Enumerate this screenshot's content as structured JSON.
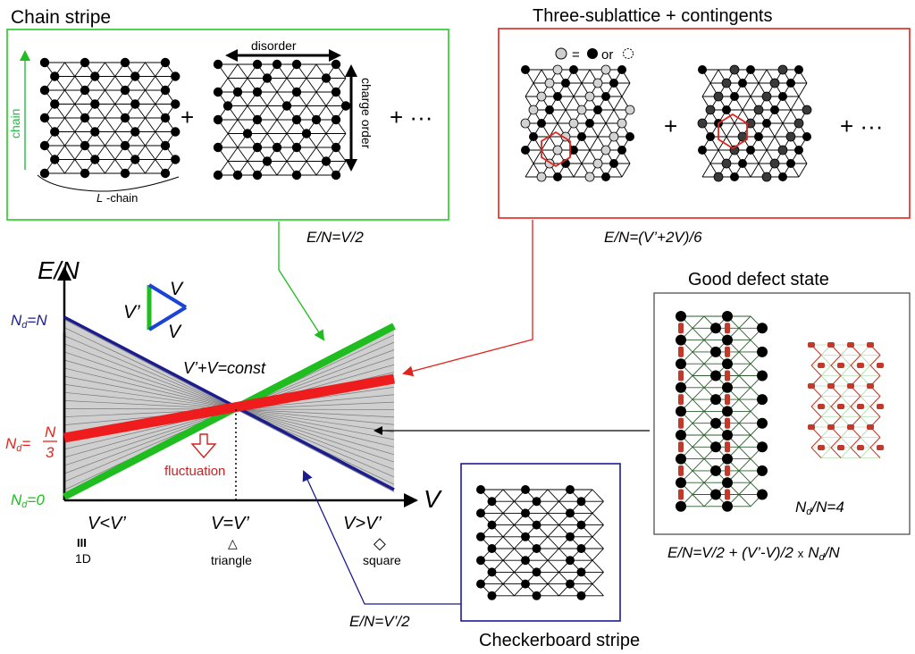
{
  "colors": {
    "green": "#1fbd1f",
    "red": "#e0241c",
    "blue": "#1b1d8f",
    "gray_fill": "#cfcfcf",
    "dark": "#000000",
    "defect_red": "#c0392b"
  },
  "panels": {
    "chain_stripe": {
      "title": "Chain stripe",
      "chain_label": "chain",
      "l_label": "L",
      "l_suffix": "-chain",
      "disorder_label": "disorder",
      "charge_label": "charge order",
      "plus": "+",
      "plus_more": "+ ···",
      "energy": "E/N=V/2"
    },
    "three_sublattice": {
      "title": "Three-sublattice + contingents",
      "legend_eq": "=",
      "legend_or": "or",
      "plus": "+",
      "plus_more": "+ ···",
      "energy": "E/N=(V’+2V)/6"
    },
    "good_defect": {
      "title": "Good defect state",
      "nd_label": "N",
      "nd_sub": "d",
      "nd_rest": "/N=4",
      "energy_a": "E/N=V/2 + (V’-V)/2",
      "energy_x": "x",
      "energy_b": "N",
      "energy_sub": "d",
      "energy_c": "/N"
    },
    "checkerboard": {
      "title": "Checkerboard stripe",
      "energy": "E/N=V’/2"
    }
  },
  "graph": {
    "y_axis": "E/N",
    "x_axis": "V",
    "tri_v_prime": "V’",
    "tri_v_top": "V",
    "tri_v_bottom": "V",
    "const_label": "V’+V=const",
    "fluctuation": "fluctuation",
    "nd_top": {
      "main": "N",
      "sub": "d",
      "rest": "=N"
    },
    "nd_mid": {
      "main": "N",
      "sub": "d",
      "eq": "=",
      "num": "N",
      "den": "3"
    },
    "nd_bottom": {
      "main": "N",
      "sub": "d",
      "rest": "=0"
    },
    "regions": [
      {
        "label": "V<V’",
        "symbol": "III",
        "desc": "1D"
      },
      {
        "label": "V=V’",
        "symbol": "△",
        "desc": "triangle"
      },
      {
        "label": "V>V’",
        "symbol": "◇",
        "desc": "square"
      }
    ]
  }
}
